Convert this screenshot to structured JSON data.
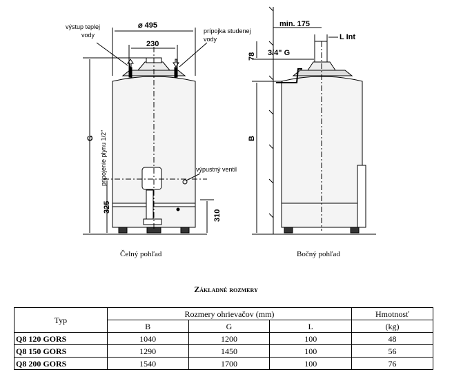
{
  "drawing": {
    "front": {
      "diameter": "⌀ 495",
      "inner": "230",
      "height_g": "G",
      "height_325": "325",
      "height_310": "310",
      "hot_out": [
        "výstup teplej",
        "vody"
      ],
      "cold_in": [
        "prípojka studenej",
        "vody"
      ],
      "gas": "pripojenie plynu 1/2\"",
      "drain": "výpustný ventil",
      "caption": "Čelný pohľad"
    },
    "side": {
      "min": "min. 175",
      "l": "L Int",
      "g34": "3/4\" G",
      "h78": "78",
      "b": "B",
      "caption": "Bočný pohľad"
    }
  },
  "table": {
    "title": "Základné rozmery",
    "header": {
      "typ": "Typ",
      "group": "Rozmery ohrievačov (mm)",
      "b": "B",
      "g": "G",
      "l": "L",
      "weight": "Hmotnosť",
      "weight_unit": "(kg)"
    },
    "rows": [
      {
        "typ": "Q8 120 GORS",
        "b": "1040",
        "g": "1200",
        "l": "100",
        "w": "48"
      },
      {
        "typ": "Q8 150 GORS",
        "b": "1290",
        "g": "1450",
        "l": "100",
        "w": "56"
      },
      {
        "typ": "Q8 200 GORS",
        "b": "1540",
        "g": "1700",
        "l": "100",
        "w": "76"
      }
    ]
  }
}
